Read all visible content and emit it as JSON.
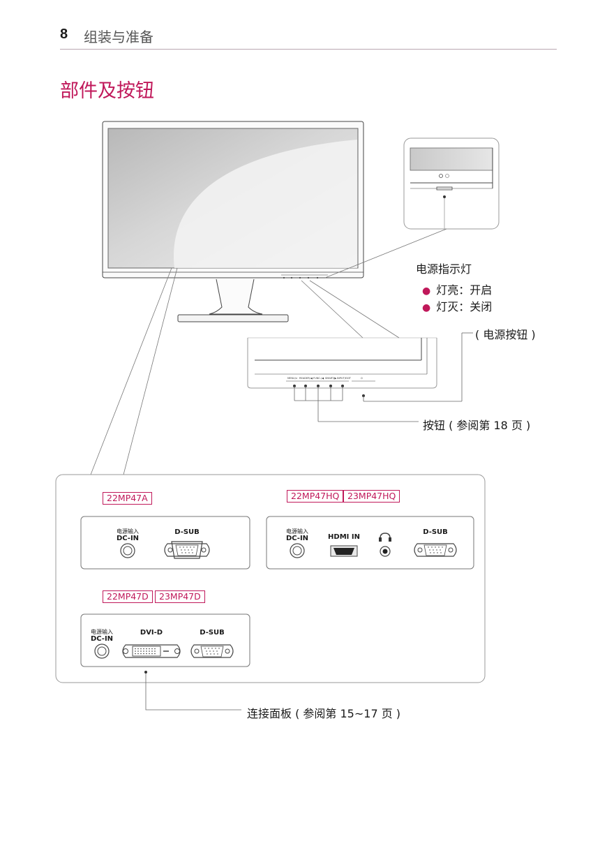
{
  "header": {
    "page_number": "8",
    "chapter_title": "组装与准备"
  },
  "section_title": "部件及按钮",
  "power_indicator": {
    "title": "电源指示灯",
    "items": [
      "灯亮：开启",
      "灯灭：关闭"
    ]
  },
  "power_button_label": "( 电源按钮 )",
  "buttons_label": "按钮 ( 参阅第 18 页 )",
  "connection_panel_label": "连接面板 ( 参阅第 15~17 页 )",
  "panels": {
    "a": {
      "models": [
        "22MP47A"
      ],
      "ports": {
        "dcin_cn": "电源输入",
        "dcin": "DC-IN",
        "dsub": "D-SUB"
      }
    },
    "hq": {
      "models": [
        "22MP47HQ",
        "23MP47HQ"
      ],
      "ports": {
        "dcin_cn": "电源输入",
        "dcin": "DC-IN",
        "hdmi": "HDMI IN",
        "dsub": "D-SUB"
      }
    },
    "d": {
      "models": [
        "22MP47D",
        "23MP47D"
      ],
      "ports": {
        "dcin_cn": "电源输入",
        "dcin": "DC-IN",
        "dvi": "DVI-D",
        "dsub": "D-SUB"
      }
    }
  }
}
